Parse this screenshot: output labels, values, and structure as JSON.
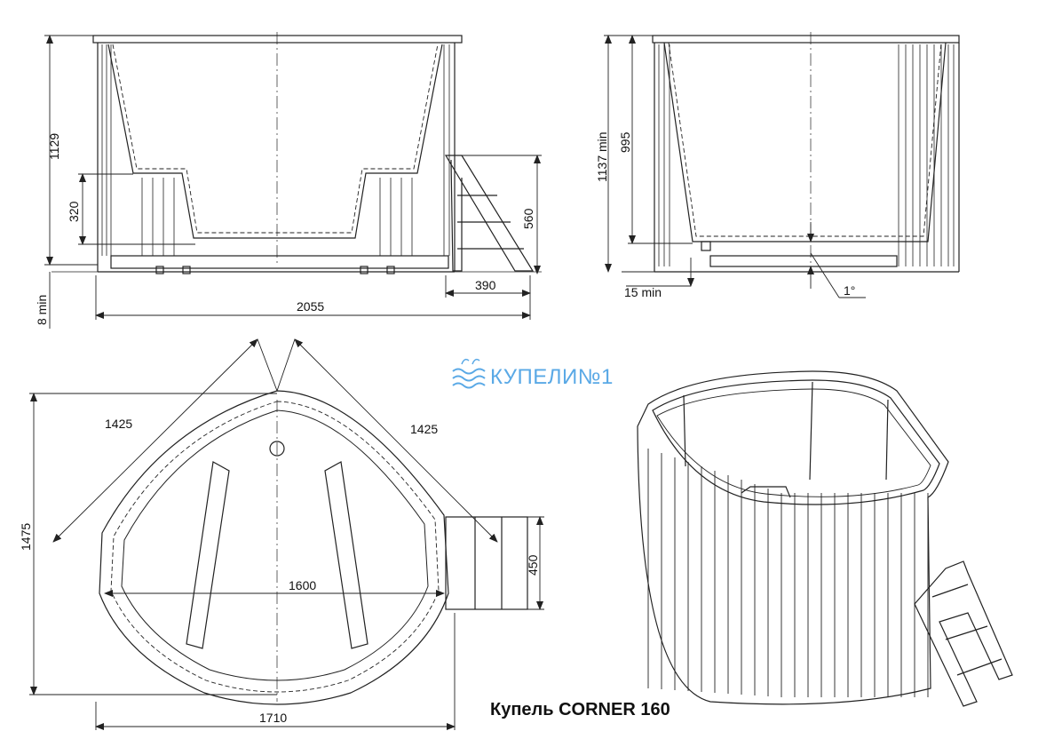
{
  "title": "Купель CORNER 160",
  "logo": {
    "text": "КУПЕЛИ№1",
    "icon": "waves-icon",
    "color": "#5aa9e6"
  },
  "front_view": {
    "dims": {
      "height_total": "1129",
      "seat": "320",
      "step_height": "560",
      "gap": "8 min",
      "width": "2055",
      "step_depth": "390"
    }
  },
  "side_view": {
    "dims": {
      "height_min": "1137 min",
      "depth": "995",
      "clearance": "15 min",
      "slope": "1°"
    }
  },
  "top_view": {
    "dims": {
      "side_left": "1425",
      "side_right": "1425",
      "depth": "1475",
      "inner": "1600",
      "width": "1710",
      "step_width": "450"
    }
  },
  "colors": {
    "line": "#222222",
    "accent": "#5aa9e6"
  }
}
